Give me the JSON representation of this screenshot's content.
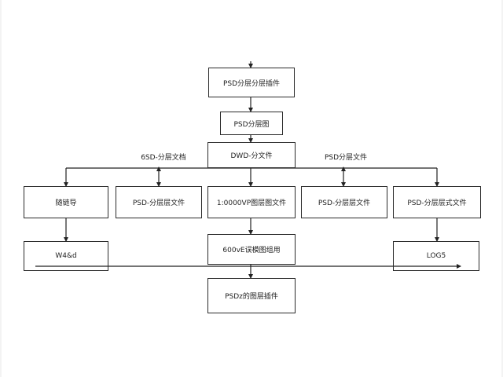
{
  "nodes": {
    "top": "PSD分层分层插件",
    "split": "PSD分层图",
    "dwd": "DWD-分文件",
    "branch_1": "随链导",
    "branch_2": "PSD-分层层文件",
    "branch_3": "1:0000VP图层图文件",
    "branch_4": "PSD-分层层文件",
    "branch_5": "PSD-分层层式文件",
    "left_output": "W4&d",
    "merge": "600vE误模图组用",
    "right_output": "LOG5",
    "final": "PSDz的图层插件"
  },
  "labels": {
    "left_side": "6SD-分层文档",
    "right_side": "PSD分层文件"
  }
}
